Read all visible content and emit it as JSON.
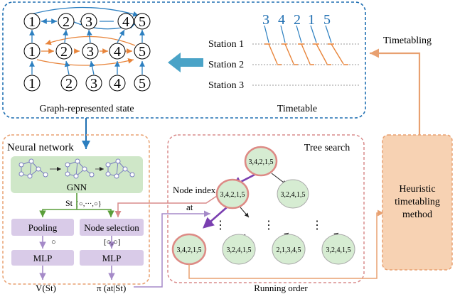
{
  "top_panel": {
    "state_caption": "Graph-represented state",
    "timetable_caption": "Timetable",
    "stations": [
      "Station 1",
      "Station 2",
      "Station 3"
    ],
    "train_order": [
      "3",
      "4",
      "2",
      "1",
      "5"
    ],
    "graph_row_top": [
      "1",
      "2",
      "3",
      "4",
      "5"
    ],
    "graph_row_mid": [
      "1",
      "2",
      "3",
      "4",
      "5"
    ],
    "graph_row_bot": [
      "1",
      "2",
      "3",
      "4",
      "5"
    ]
  },
  "timetabling_label": "Timetabling",
  "heuristic_label": [
    "Heuristic",
    "timetabling",
    "method"
  ],
  "neural_network": {
    "title": "Neural network",
    "gnn_label": "GNN",
    "st_label": "St",
    "st_set": "{○,···,○}",
    "pooling_label": "Pooling",
    "node_selection_label": "Node selection",
    "pool_out": "○",
    "node_sel_out": "[○,○]",
    "mlp_left": "MLP",
    "mlp_right": "MLP",
    "value_output": "V(St)",
    "policy_output": "π (at|St)"
  },
  "tree_search": {
    "title": "Tree search",
    "node_index_label": "Node index",
    "at_label": "at",
    "running_order_label": "Running order",
    "nodes": {
      "root": "3,4,2,1,5",
      "l1_left": "3,4,2,1,5",
      "l1_right": "3,2,4,1,5",
      "l2_a": "3,4,2,1,5",
      "l2_b": "3,2,4,1,5",
      "l2_c": "2,1,3,4,5",
      "l2_d": "3,2,4,1,5"
    },
    "ellipsis": "⋮"
  },
  "colors": {
    "blue_dash": "#1f6fb2",
    "orange_dash": "#e8965a",
    "pink_dash": "#d98b8b",
    "green_panel": "#cfe7c8",
    "purple_panel": "#d9cbe8",
    "heuristic_fill": "#f7d2b3",
    "node_fill": "#d6ecd2",
    "node_ring": "#dd8a85",
    "big_arrow": "#4aa3c7",
    "graph_blue": "#2c7fc0",
    "graph_orange": "#e8843a"
  }
}
